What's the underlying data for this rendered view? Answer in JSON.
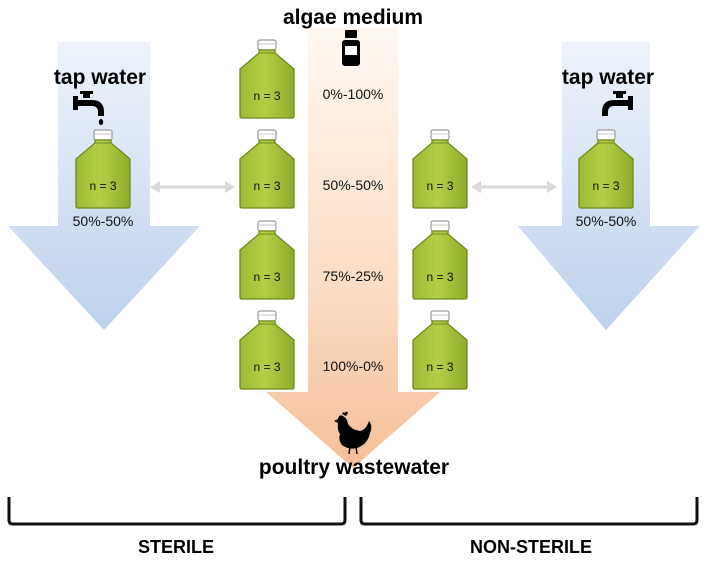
{
  "titles": {
    "top": "algae medium",
    "bottom": "poultry wastewater",
    "tap_left": "tap water",
    "tap_right": "tap water"
  },
  "ratios": [
    "0%-100%",
    "50%-50%",
    "75%-25%",
    "100%-0%"
  ],
  "tap_ratio": {
    "left": "50%-50%",
    "right": "50%-50%"
  },
  "replicate_label": "n = 3",
  "sections": {
    "left": "STERILE",
    "right": "NON-STERILE"
  },
  "colors": {
    "bottle_fill": "#a6c23a",
    "bottle_stroke": "#6f8a1c",
    "cap_stroke": "#9a9a9a",
    "tap_arrow": "#c9d8ee",
    "center_arrow_top": "#fff3e8",
    "center_arrow_bottom": "#f6c29c",
    "connector": "#d9d9d9",
    "icons": "#000000"
  },
  "icons": {
    "top": "medium-bottle-icon",
    "bottom": "chicken-icon",
    "tap": "faucet-icon"
  }
}
